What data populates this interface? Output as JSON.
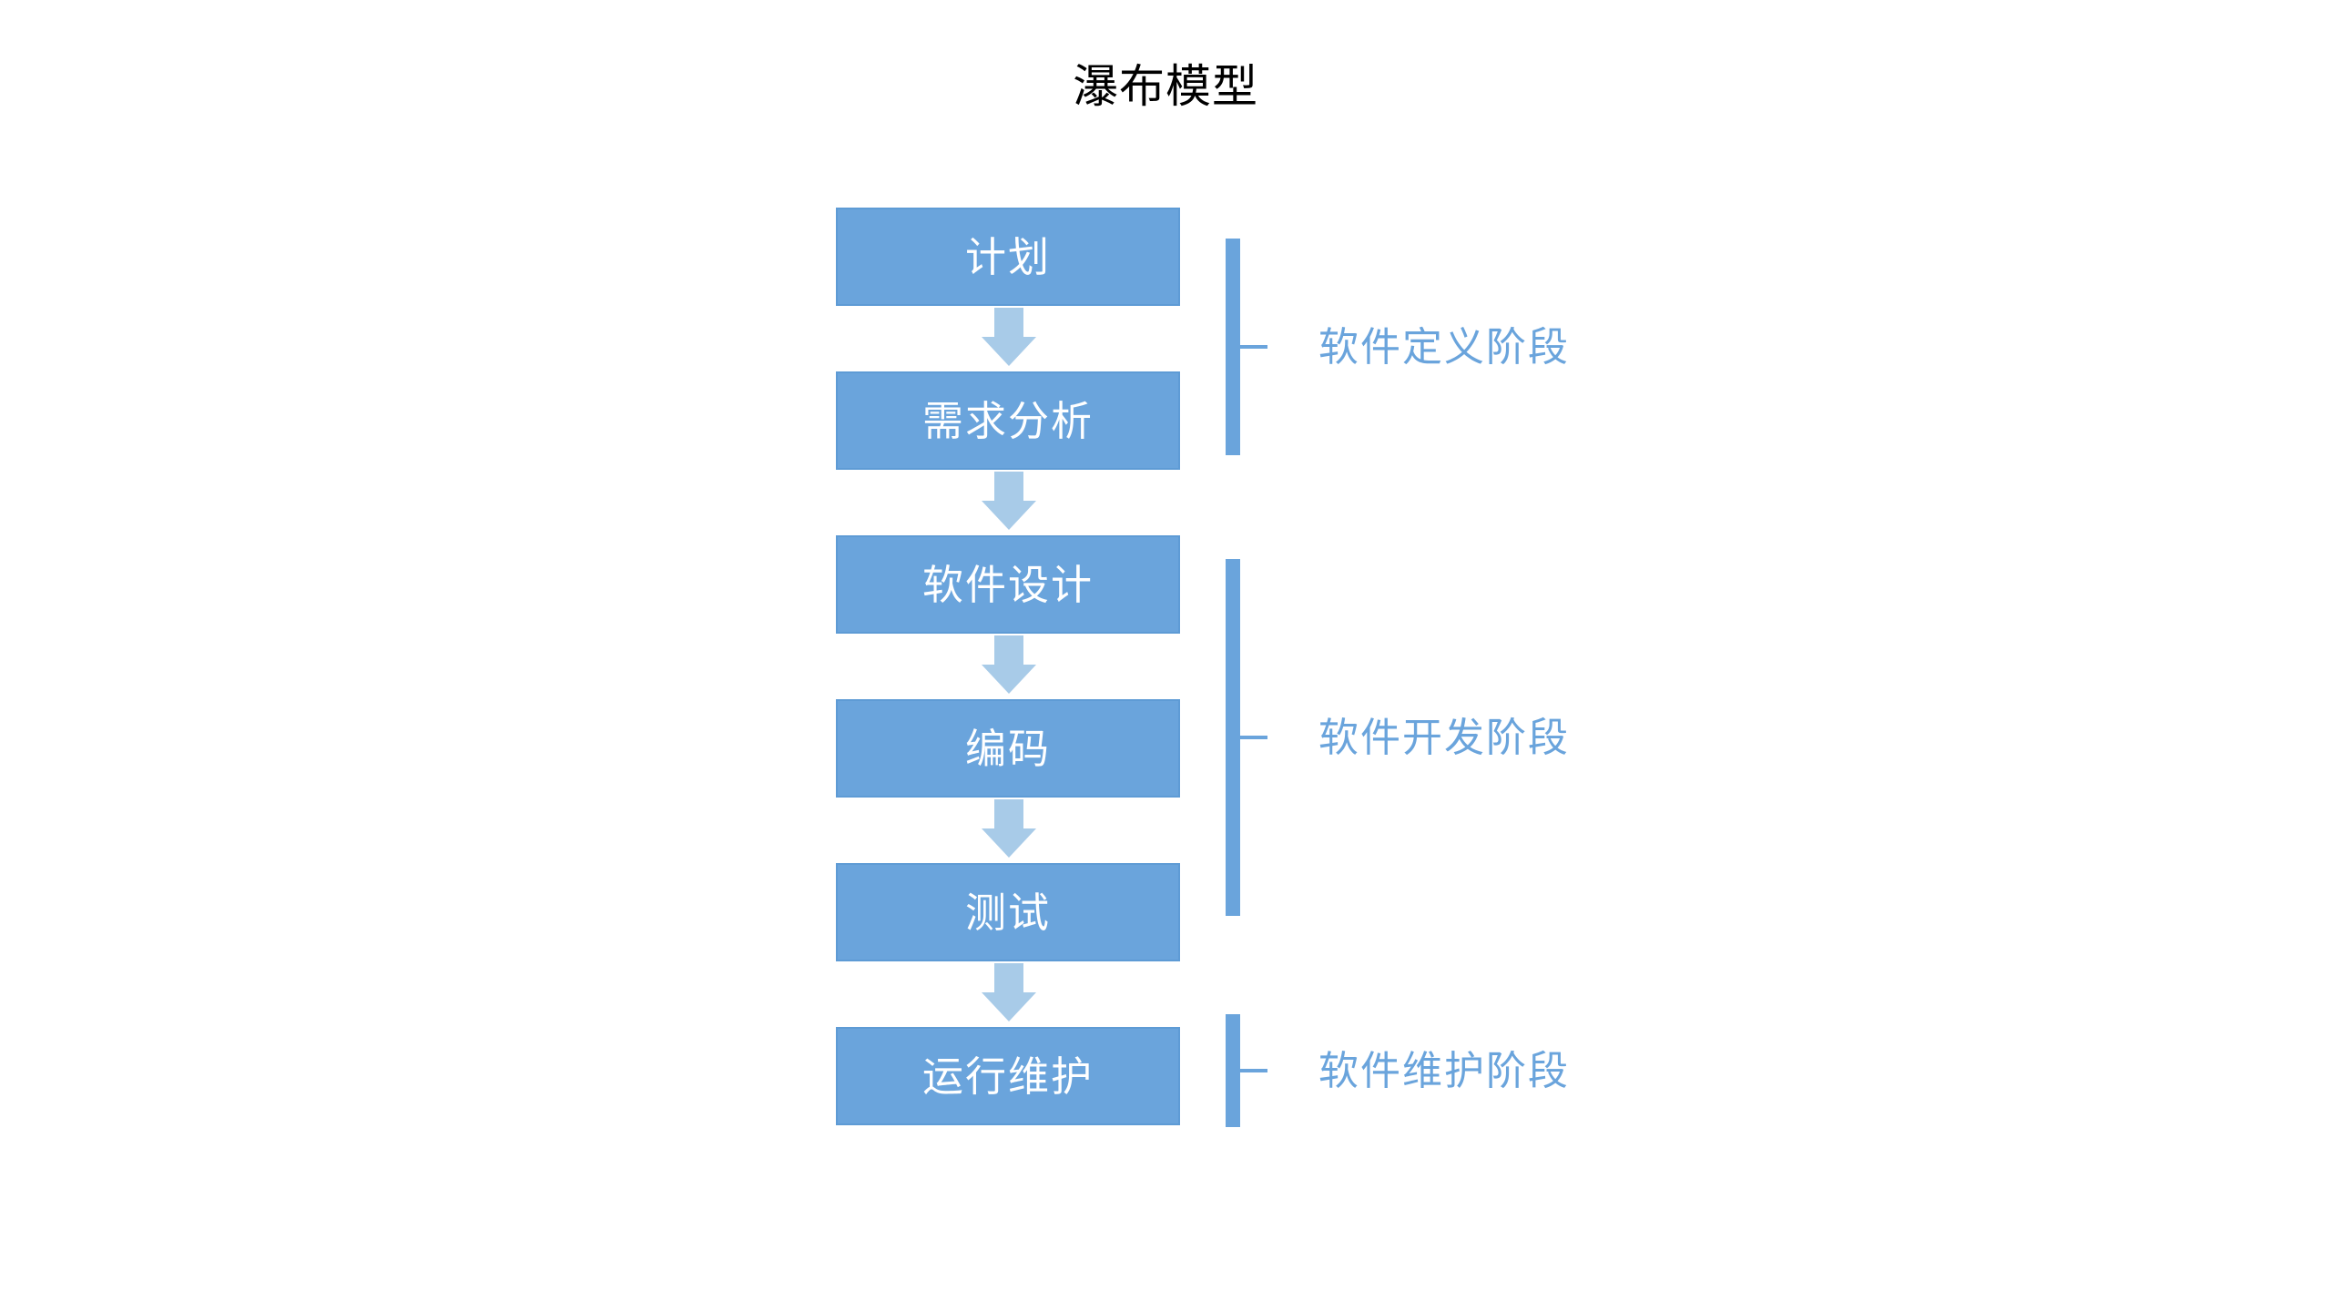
{
  "diagram": {
    "title": "瀑布模型",
    "background_color": "#FFFFFF",
    "box_fill_color": "#6AA4DC",
    "box_border_color": "#5E9BD5",
    "box_text_color": "#FFFFFF",
    "arrow_color": "#A8CBE8",
    "bracket_color": "#6AA4DC",
    "phase_label_color": "#6AA4DC",
    "title_color": "#000000",
    "stages": [
      {
        "label": "计划"
      },
      {
        "label": "需求分析"
      },
      {
        "label": "软件设计"
      },
      {
        "label": "编码"
      },
      {
        "label": "测试"
      },
      {
        "label": "运行维护"
      }
    ],
    "arrows": [
      {
        "name": "arrow-plan-to-requirements"
      },
      {
        "name": "arrow-requirements-to-design"
      },
      {
        "name": "arrow-design-to-coding"
      },
      {
        "name": "arrow-coding-to-testing"
      },
      {
        "name": "arrow-testing-to-maintenance"
      }
    ],
    "phases": [
      {
        "label": "软件定义阶段",
        "covers": [
          "计划",
          "需求分析"
        ]
      },
      {
        "label": "软件开发阶段",
        "covers": [
          "软件设计",
          "编码",
          "测试"
        ]
      },
      {
        "label": "软件维护阶段",
        "covers": [
          "运行维护"
        ]
      }
    ]
  }
}
